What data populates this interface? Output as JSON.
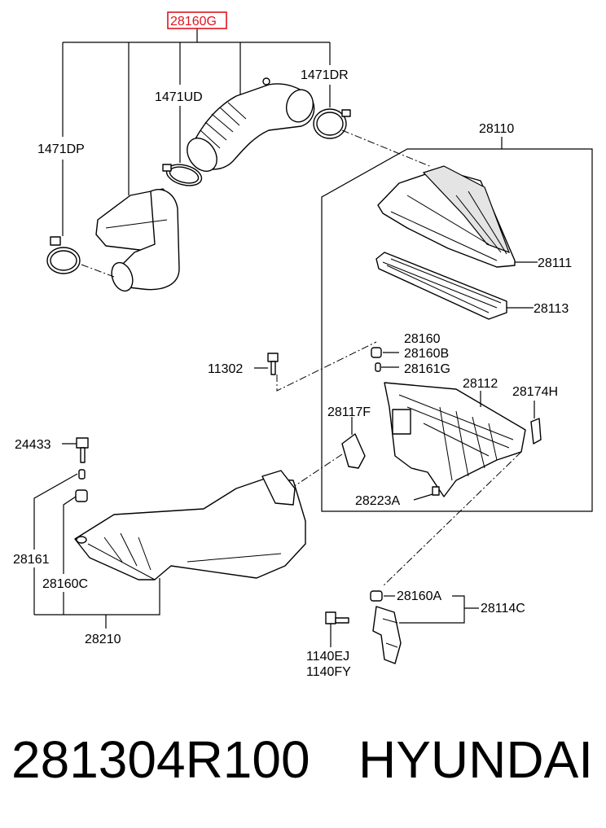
{
  "labels": {
    "top_group": "28160G",
    "l1471ud": "1471UD",
    "l1471dr": "1471DR",
    "l1471dp": "1471DP",
    "l28110": "28110",
    "l28111": "28111",
    "l28113": "28113",
    "l28160": "28160",
    "l28160b": "28160B",
    "l28161g": "28161G",
    "l11302": "11302",
    "l28112": "28112",
    "l28174h": "28174H",
    "l28117f": "28117F",
    "l28223a": "28223A",
    "l24433": "24433",
    "l28161": "28161",
    "l28160c": "28160C",
    "l28210": "28210",
    "l28160a": "28160A",
    "l28114c": "28114C",
    "l1140ej": "1140EJ",
    "l1140fy": "1140FY"
  },
  "caption": {
    "part_number": "281304R100",
    "brand": "HYUNDAI"
  },
  "colors": {
    "highlight": "#e0141e",
    "line": "#000000"
  }
}
